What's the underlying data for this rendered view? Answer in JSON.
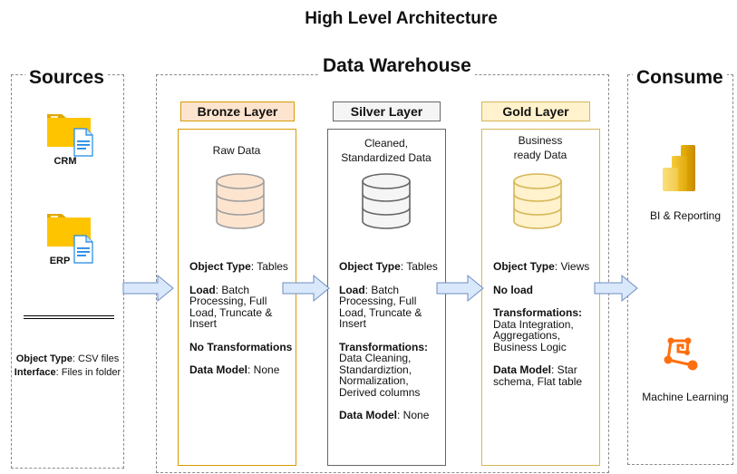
{
  "title": "High Level Architecture",
  "sources": {
    "title": "Sources",
    "items": [
      {
        "label": "CRM",
        "icon": "folder-document-icon"
      },
      {
        "label": "ERP",
        "icon": "folder-document-icon"
      }
    ],
    "object_type_label": "Object Type",
    "object_type_value": ": CSV files",
    "interface_label": "Interface",
    "interface_value": ": Files in folder"
  },
  "warehouse": {
    "title": "Data Warehouse",
    "layers": [
      {
        "name": "Bronze Layer",
        "description": "Raw Data",
        "object_type_label": "Object Type",
        "object_type_value": ": Tables",
        "load_label": "Load",
        "load_value": ": Batch Processing, Full Load, Truncate & Insert",
        "transformations_label": "No Transformations",
        "transformations_value": "",
        "data_model_label": "Data Model",
        "data_model_value": ": None",
        "colors": {
          "label_fill": "#fde4cf",
          "label_border": "#d79b00",
          "box_border": "#d79b00",
          "db_fill": "#fde4cf",
          "db_stroke": "#9e9e9e"
        }
      },
      {
        "name": "Silver Layer",
        "description": "Cleaned, Standardized Data",
        "object_type_label": "Object Type",
        "object_type_value": ": Tables",
        "load_label": "Load",
        "load_value": ": Batch Processing, Full Load, Truncate & Insert",
        "transformations_label": "Transformations:",
        "transformations_value": "Data Cleaning, Standardiztion, Normalization, Derived columns",
        "data_model_label": "Data Model",
        "data_model_value": ": None",
        "colors": {
          "label_fill": "#f5f5f5",
          "label_border": "#666666",
          "box_border": "#666666",
          "db_fill": "#f5f5f5",
          "db_stroke": "#666666"
        }
      },
      {
        "name": "Gold Layer",
        "description": "Business ready Data",
        "object_type_label": "Object Type",
        "object_type_value": ": Views",
        "load_label": "No load",
        "load_value": "",
        "transformations_label": "Transformations:",
        "transformations_value": "Data Integration, Aggregations, Business Logic",
        "data_model_label": "Data Model",
        "data_model_value": ": Star schema, Flat table",
        "colors": {
          "label_fill": "#fff2cc",
          "label_border": "#d6b656",
          "box_border": "#d6b656",
          "db_fill": "#fff2cc",
          "db_stroke": "#d6b656"
        }
      }
    ]
  },
  "consume": {
    "title": "Consume",
    "items": [
      {
        "label": "BI & Reporting",
        "icon": "power-bi-icon"
      },
      {
        "label": "Machine Learning",
        "icon": "machine-learning-icon"
      }
    ]
  },
  "colors": {
    "arrow_fill": "#dae8fc",
    "arrow_stroke": "#6c8ebf",
    "dashed_border": "#8a8a8a"
  }
}
